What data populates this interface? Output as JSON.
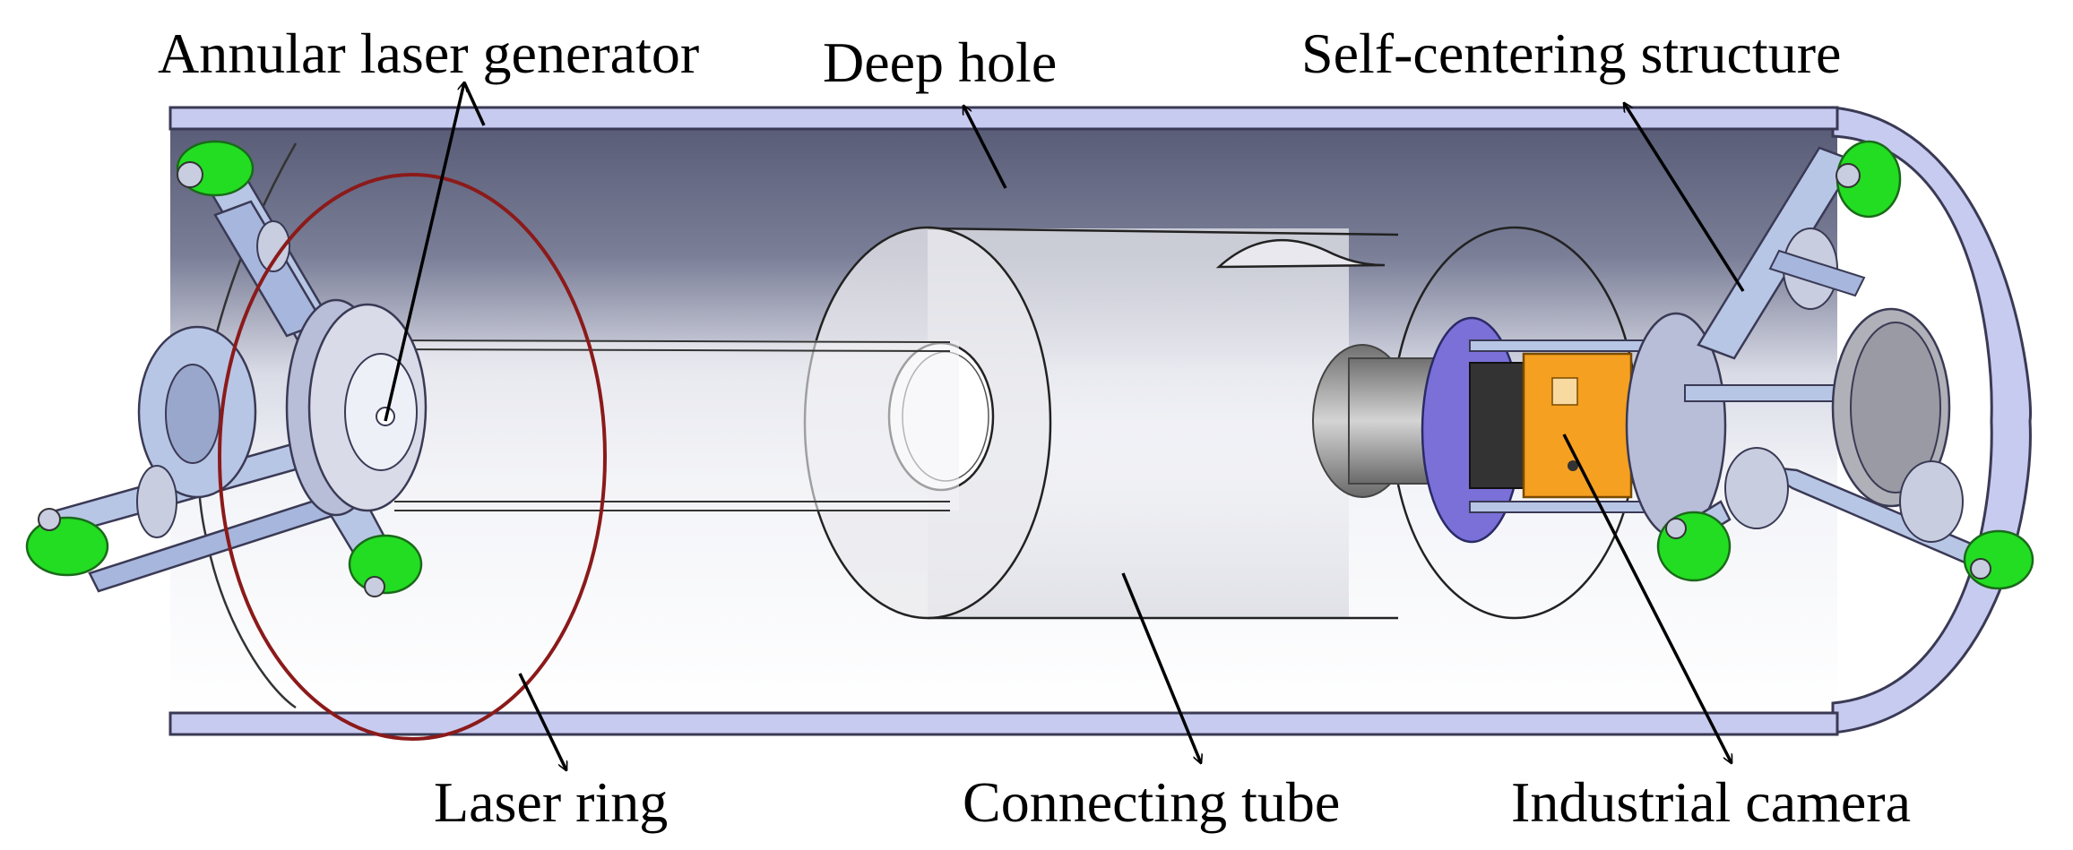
{
  "labels": {
    "annular_laser_generator": "Annular laser generator",
    "deep_hole": "Deep hole",
    "self_centering_structure": "Self-centering structure",
    "laser_ring": "Laser ring",
    "connecting_tube": "Connecting tube",
    "industrial_camera": "Industrial camera"
  },
  "colors": {
    "tube_dark": "#5c6079",
    "tube_light": "#f2f3f8",
    "rim": "#c8cbf0",
    "laser_ring": "#8b1a1a",
    "wheel": "#22dd22",
    "camera": "#f5a020",
    "camera_mount": "#7a70d8",
    "arm": "#b8c6e6",
    "arrow": "#000000"
  }
}
